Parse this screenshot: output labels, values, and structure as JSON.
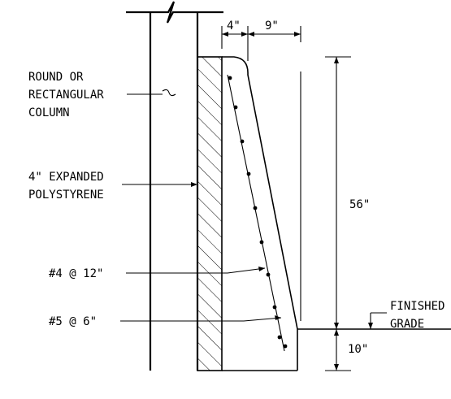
{
  "labels": {
    "column_line1": "ROUND OR",
    "column_line2": "RECTANGULAR",
    "column_line3": "COLUMN",
    "eps_line1": "4\" EXPANDED",
    "eps_line2": "POLYSTYRENE",
    "rebar_4": "#4 @ 12\"",
    "rebar_5": "#5 @ 6\"",
    "grade_line1": "FINISHED",
    "grade_line2": "GRADE"
  },
  "dimensions": {
    "top_left": "4\"",
    "top_right": "9\"",
    "height": "56\"",
    "footing": "10\""
  }
}
